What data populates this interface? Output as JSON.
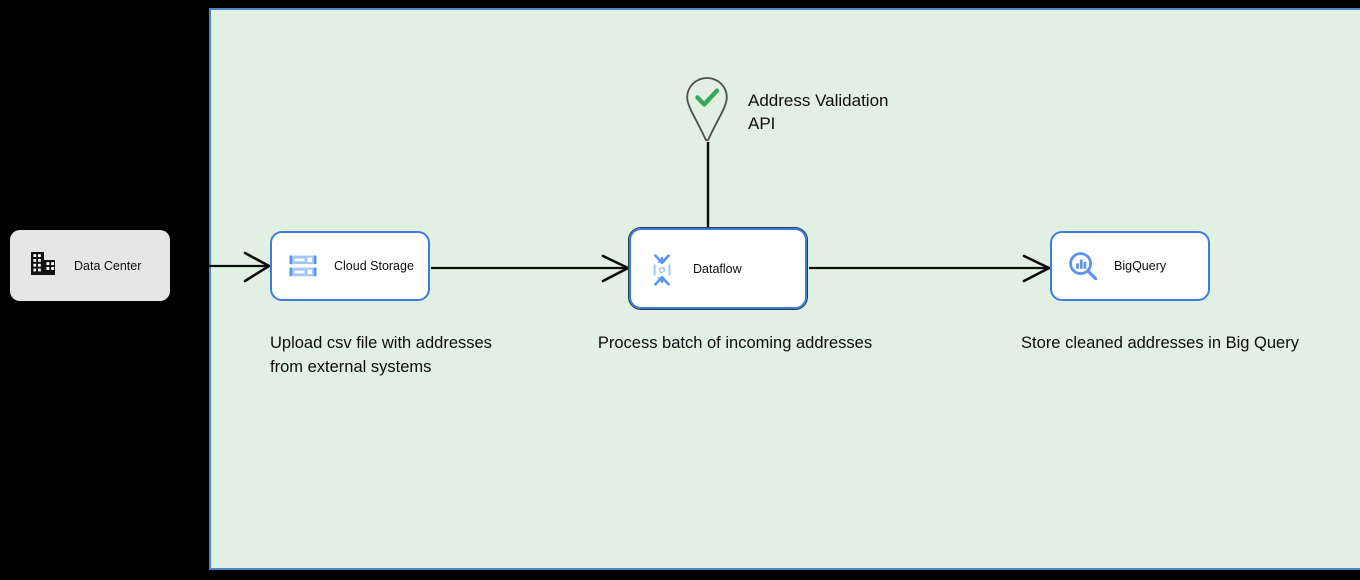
{
  "canvas": {
    "background_color": "#e2efe3",
    "border_color": "#4a86c8"
  },
  "external": {
    "data_center": {
      "label": "Data Center",
      "icon": "office-building-icon",
      "background_color": "#e6e6e6"
    }
  },
  "api": {
    "label": "Address Validation\nAPI",
    "icon": "map-pin-check-icon",
    "check_color": "#3aa757",
    "pin_color": "#4d4d4d"
  },
  "nodes": [
    {
      "id": "cloud-storage",
      "label": "Cloud Storage",
      "icon": "cloud-storage-icon",
      "selected": false,
      "border_color": "#3b7ddd",
      "caption": "Upload csv file with addresses\nfrom external systems"
    },
    {
      "id": "dataflow",
      "label": "Dataflow",
      "icon": "dataflow-icon",
      "selected": true,
      "border_color": "#3b7ddd",
      "selection_color": "#2b3a52",
      "caption": "Process batch of incoming addresses"
    },
    {
      "id": "bigquery",
      "label": "BigQuery",
      "icon": "bigquery-magnifier-icon",
      "selected": false,
      "border_color": "#3b7ddd",
      "caption": "Store cleaned addresses in Big Query"
    }
  ],
  "connectors": [
    {
      "id": "data-center-to-cloud-storage",
      "from": "data-center",
      "to": "cloud-storage",
      "arrow": true
    },
    {
      "id": "cloud-storage-to-dataflow",
      "from": "cloud-storage",
      "to": "dataflow",
      "arrow": true
    },
    {
      "id": "dataflow-to-bigquery",
      "from": "dataflow",
      "to": "bigquery",
      "arrow": true
    },
    {
      "id": "api-to-dataflow",
      "from": "address-validation-api",
      "to": "dataflow",
      "arrow": false
    }
  ],
  "icon_colors": {
    "google_blue": "#4285f4",
    "google_blue_light": "#a7c7f9",
    "line_color": "#0d0d0d"
  }
}
